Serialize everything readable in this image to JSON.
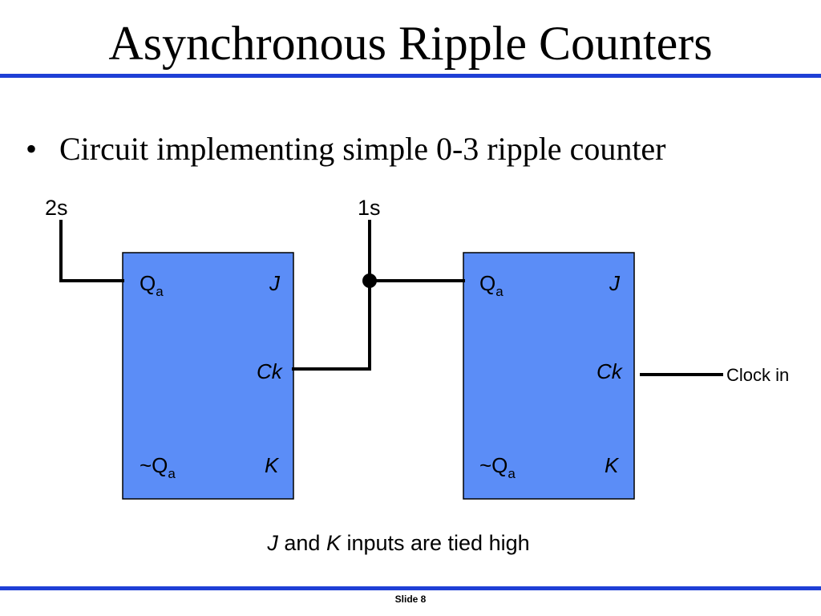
{
  "slide": {
    "title": "Asynchronous Ripple Counters",
    "bullet": "Circuit implementing simple 0-3 ripple counter",
    "bullet_glyph": "•",
    "footer": "Slide 8",
    "accent_color": "#1e3fd6"
  },
  "diagram": {
    "block_fill": "#5b8df7",
    "wire_color": "#000000",
    "flip_flops": [
      {
        "q_label": "Q",
        "q_sub": "a",
        "nq_label": "~Q",
        "nq_sub": "a",
        "j_label": "J",
        "ck_label": "Ck",
        "k_label": "K"
      },
      {
        "q_label": "Q",
        "q_sub": "a",
        "nq_label": "~Q",
        "nq_sub": "a",
        "j_label": "J",
        "ck_label": "Ck",
        "k_label": "K"
      }
    ],
    "labels": {
      "out_2s": "2s",
      "out_1s": "1s",
      "clock_in": "Clock in"
    },
    "caption": {
      "j": "J",
      "and": " and ",
      "k": "K",
      "rest": " inputs are tied high"
    }
  }
}
